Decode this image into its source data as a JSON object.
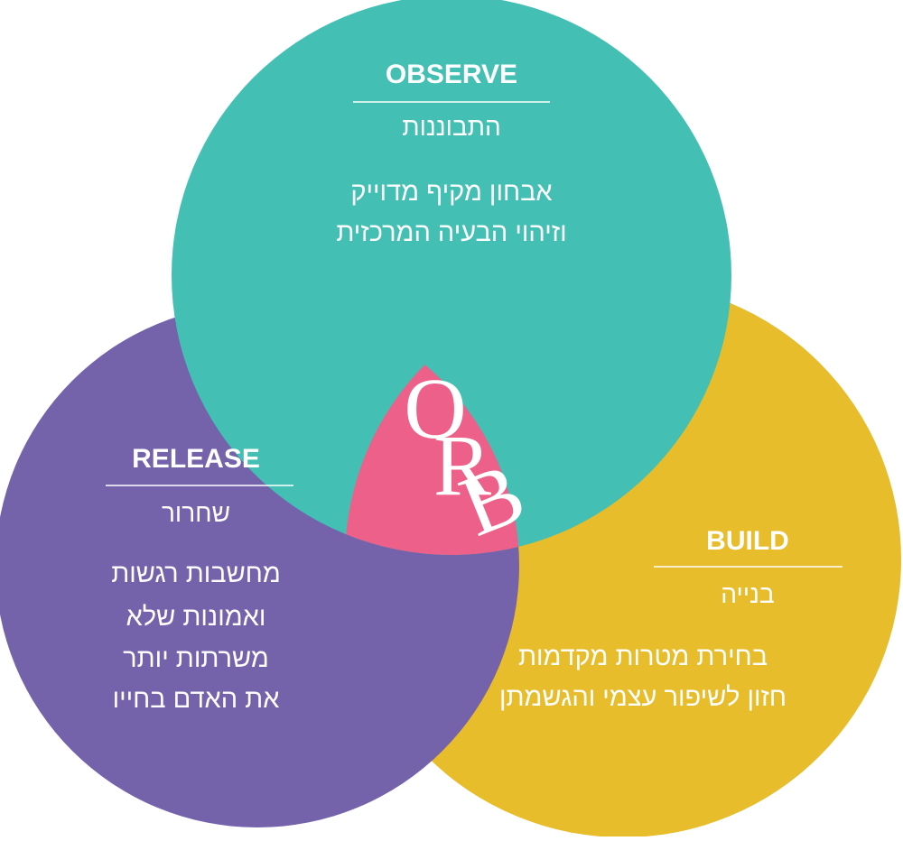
{
  "colors": {
    "observe": "#43c0b3",
    "release": "#7462ab",
    "build": "#e7bd2c",
    "center": "#ed6089",
    "text": "#ffffff"
  },
  "center_logo": {
    "letters": [
      "O",
      "R",
      "B"
    ]
  },
  "circles": {
    "observe": {
      "title": "OBSERVE",
      "subtitle": "התבוננות",
      "lines": [
        "אבחון מקיף מדוייק",
        "וזיהוי הבעיה המרכזית"
      ]
    },
    "release": {
      "title": "RELEASE",
      "subtitle": "שחרור",
      "lines": [
        "מחשבות רגשות",
        "ואמונות שלא",
        "משרתות יותר",
        "את האדם בחייו"
      ]
    },
    "build": {
      "title": "BUILD",
      "subtitle": "בנייה",
      "lines": [
        "בחירת מטרות מקדמות",
        "חזון לשיפור עצמי והגשמתן"
      ]
    }
  }
}
